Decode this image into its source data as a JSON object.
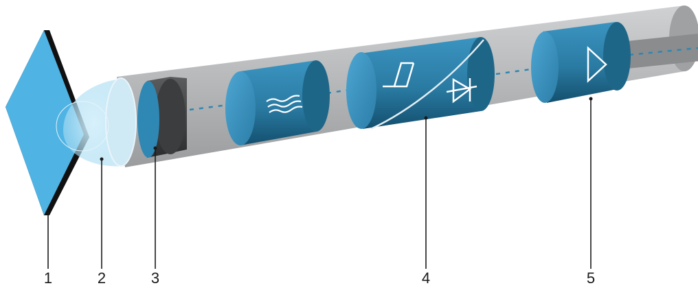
{
  "labels": {
    "one": "1",
    "two": "2",
    "three": "3",
    "four": "4",
    "five": "5"
  },
  "colors": {
    "target_blue": "#4fb3e4",
    "component_blue": "#2f86b0",
    "component_dark": "#134f6e",
    "housing_gray": "#b9bbbd",
    "housing_dark": "#8e9092",
    "beam_dashes": "#2f86b0",
    "leader_lines": "#1a1a1a"
  },
  "icons": {
    "stage_a": "wave-filter-icon",
    "stage_b_top": "schmitt-trigger-icon",
    "stage_b_bottom": "diode-icon",
    "stage_c": "amplifier-triangle-icon"
  }
}
